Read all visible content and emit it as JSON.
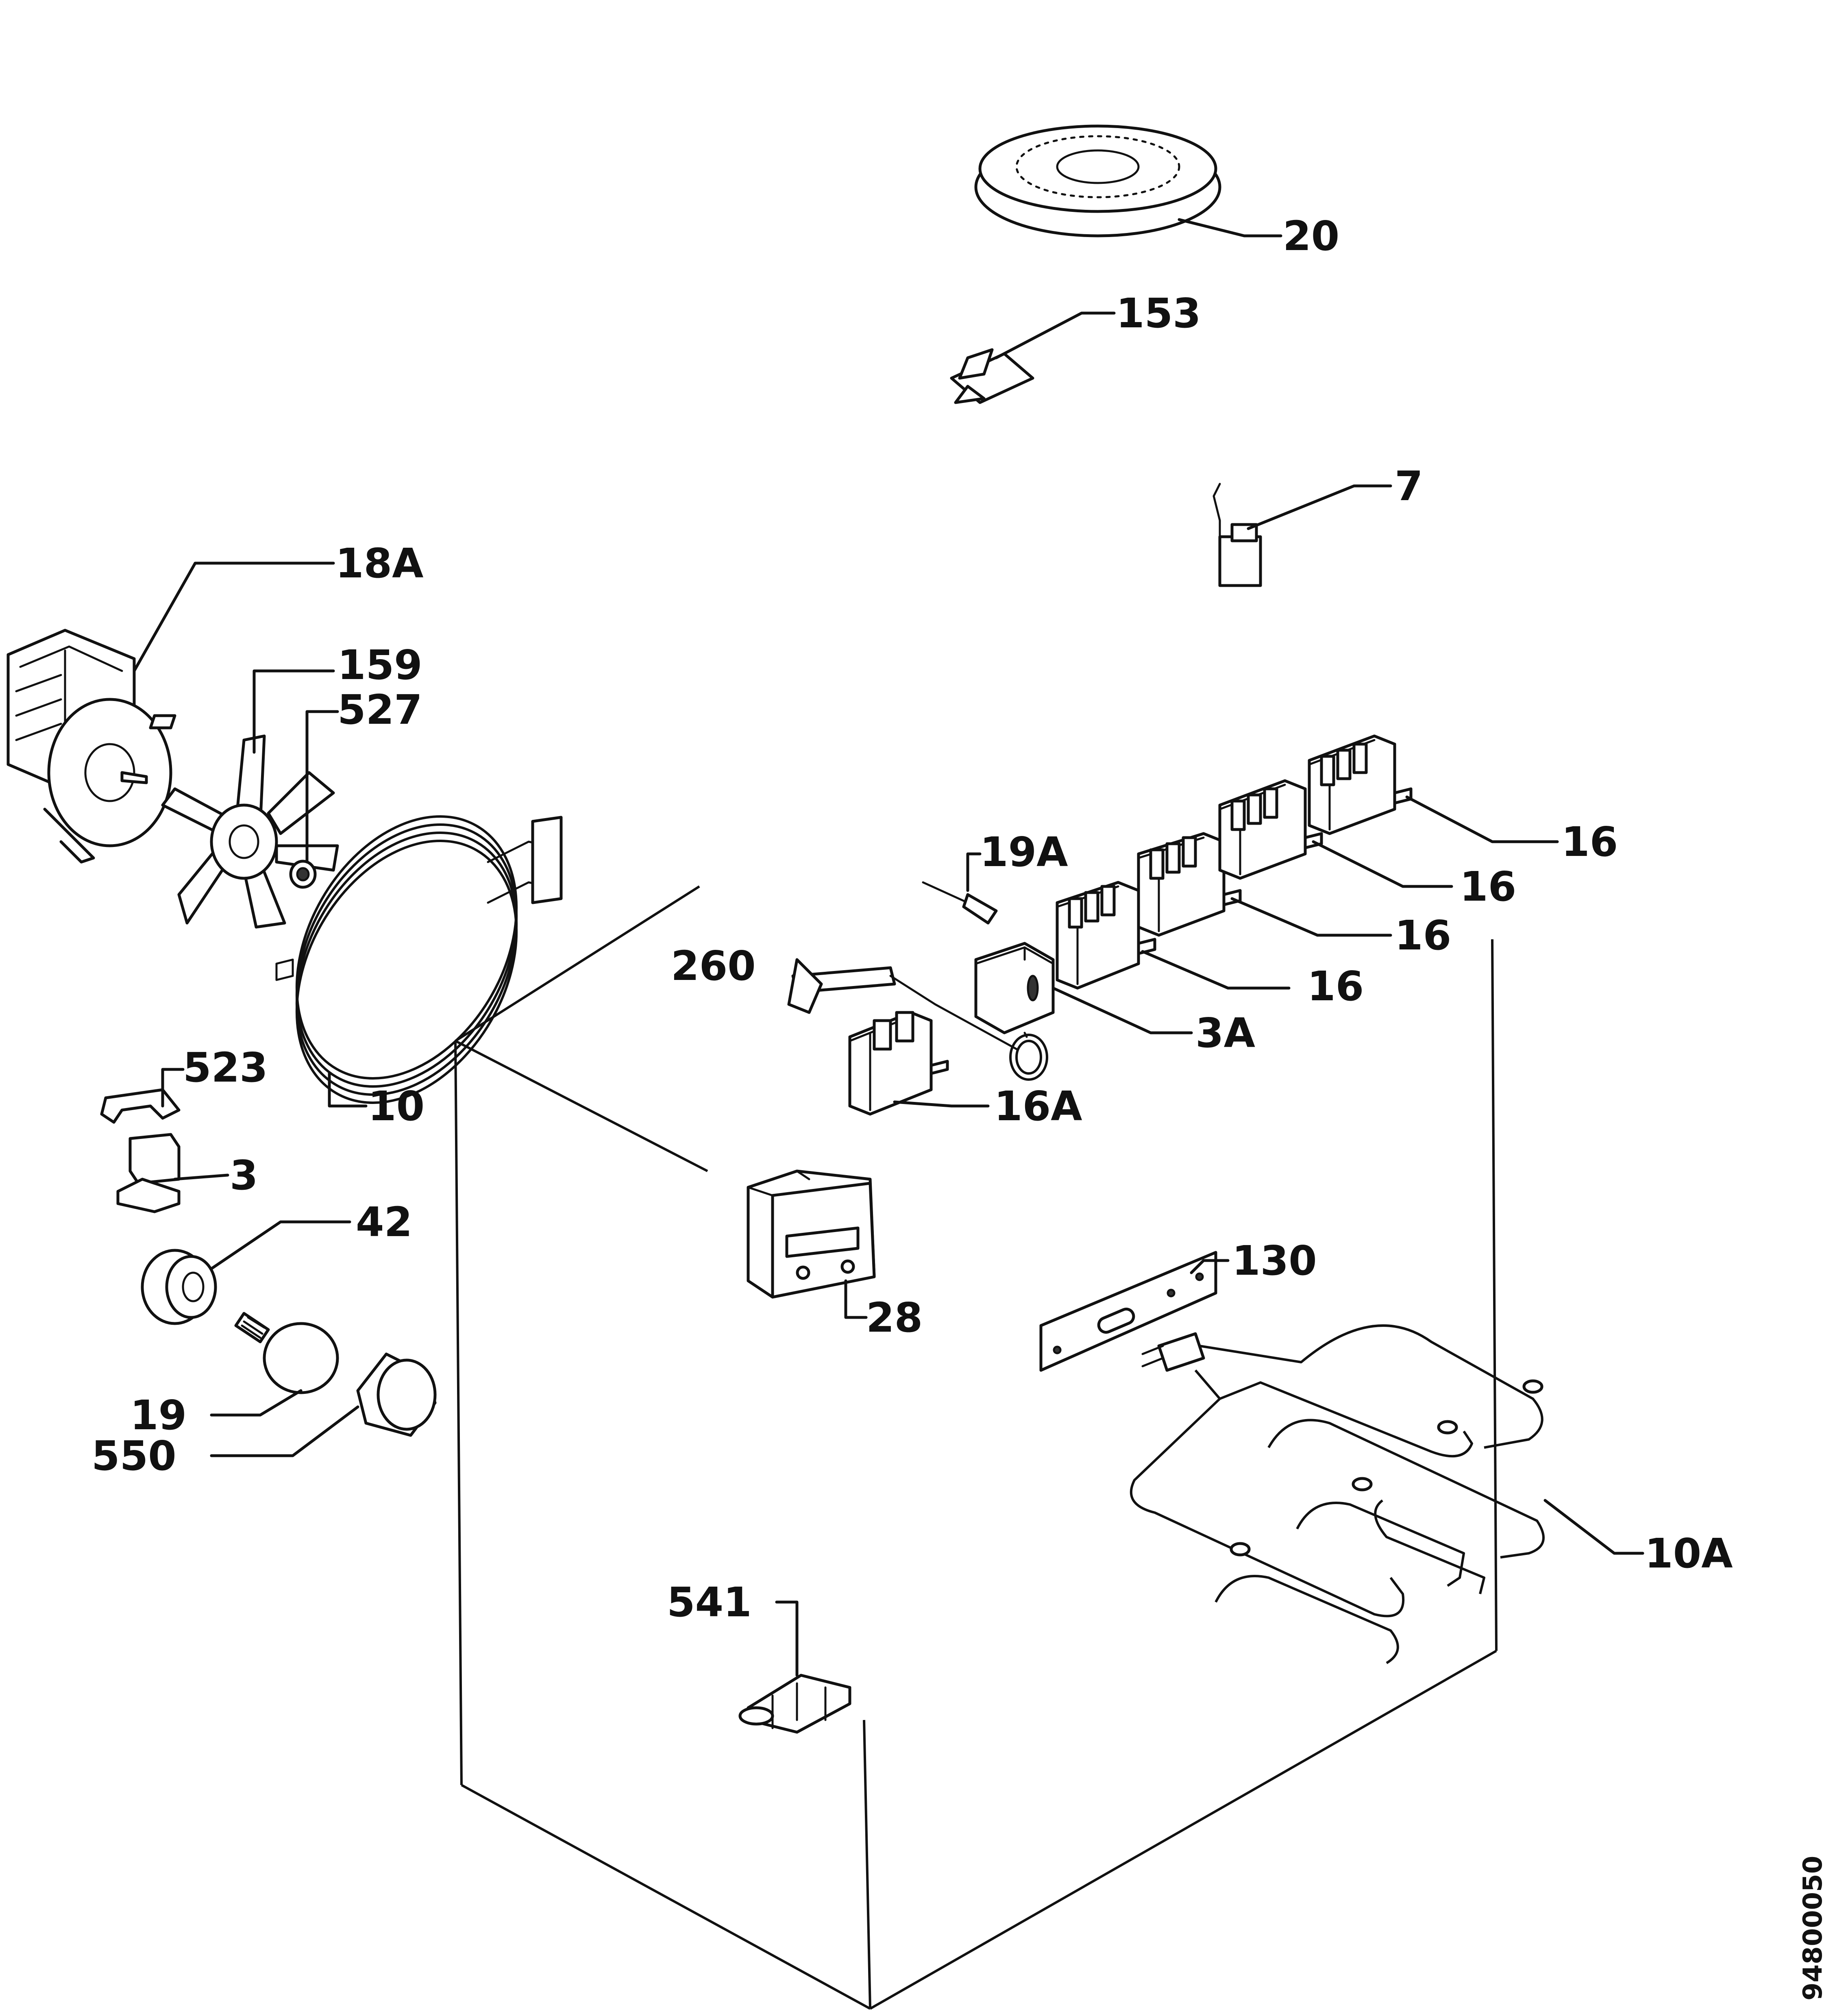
{
  "labels": {
    "l20": "20",
    "l153": "153",
    "l7": "7",
    "l18A": "18A",
    "l159": "159",
    "l527": "527",
    "l10": "10",
    "l523": "523",
    "l3": "3",
    "l42": "42",
    "l19": "19",
    "l550": "550",
    "l19A": "19A",
    "l260": "260",
    "l16A": "16A",
    "l3A": "3A",
    "l16a": "16",
    "l16b": "16",
    "l16c": "16",
    "l16d": "16",
    "l28": "28",
    "l130": "130",
    "l10A": "10A",
    "l541": "541"
  },
  "doc_number": "94800050",
  "colors": {
    "ink": "#111111",
    "paper": "#ffffff"
  }
}
